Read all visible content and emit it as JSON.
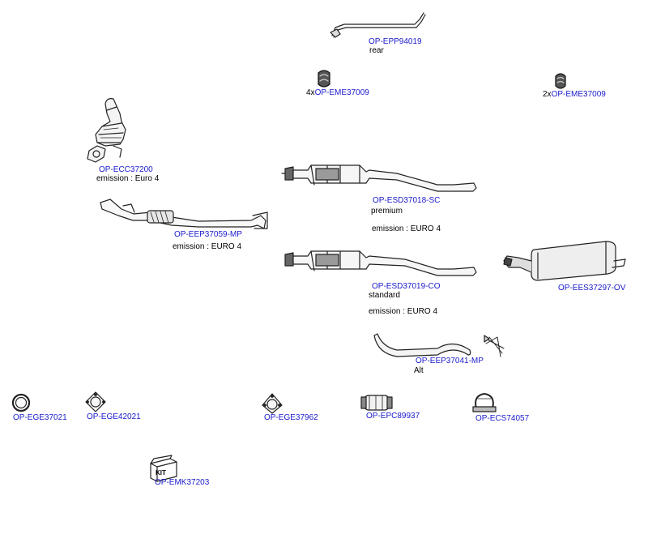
{
  "colors": {
    "link": "#1a1acc",
    "text": "#000000",
    "line": "#222222"
  },
  "parts": [
    {
      "id": "epp94019",
      "code": "OP-EPP94019",
      "icon": "tailpipe-bracket-icon",
      "notes": [
        "rear"
      ]
    },
    {
      "id": "eme37009a",
      "code": "OP-EME37009",
      "icon": "rubber-mount-icon",
      "qty": "4x",
      "notes": []
    },
    {
      "id": "eme37009b",
      "code": "OP-EME37009",
      "icon": "rubber-mount-icon",
      "qty": "2x",
      "notes": []
    },
    {
      "id": "ecc37200",
      "code": "OP-ECC37200",
      "icon": "catalytic-converter-icon",
      "notes": [
        "emission : Euro 4"
      ]
    },
    {
      "id": "esd37018",
      "code": "OP-ESD37018-SC",
      "icon": "middle-silencer-icon",
      "notes": [
        "premium",
        "emission : EURO 4"
      ]
    },
    {
      "id": "eep37059",
      "code": "OP-EEP37059-MP",
      "icon": "front-pipe-icon",
      "notes": [
        "emission : EURO 4"
      ]
    },
    {
      "id": "esd37019",
      "code": "OP-ESD37019-CO",
      "icon": "middle-silencer-icon",
      "notes": [
        "standard",
        "emission : EURO 4"
      ]
    },
    {
      "id": "ees37297",
      "code": "OP-EES37297-OV",
      "icon": "rear-silencer-icon",
      "notes": []
    },
    {
      "id": "eep37041",
      "code": "OP-EEP37041-MP",
      "icon": "connecting-pipe-icon",
      "notes": [
        "Alt"
      ]
    },
    {
      "id": "ege37021",
      "code": "OP-EGE37021",
      "icon": "ring-gasket-icon",
      "notes": []
    },
    {
      "id": "ege42021",
      "code": "OP-EGE42021",
      "icon": "flange-gasket-icon",
      "notes": []
    },
    {
      "id": "ege37962",
      "code": "OP-EGE37962",
      "icon": "flange-gasket-icon",
      "notes": []
    },
    {
      "id": "epc89937",
      "code": "OP-EPC89937",
      "icon": "pipe-connector-icon",
      "notes": []
    },
    {
      "id": "ecs74057",
      "code": "OP-ECS74057",
      "icon": "clamp-icon",
      "notes": []
    },
    {
      "id": "emk37203",
      "code": "OP-EMK37203",
      "icon": "mounting-kit-icon",
      "kit_text": "KIT",
      "notes": []
    }
  ]
}
